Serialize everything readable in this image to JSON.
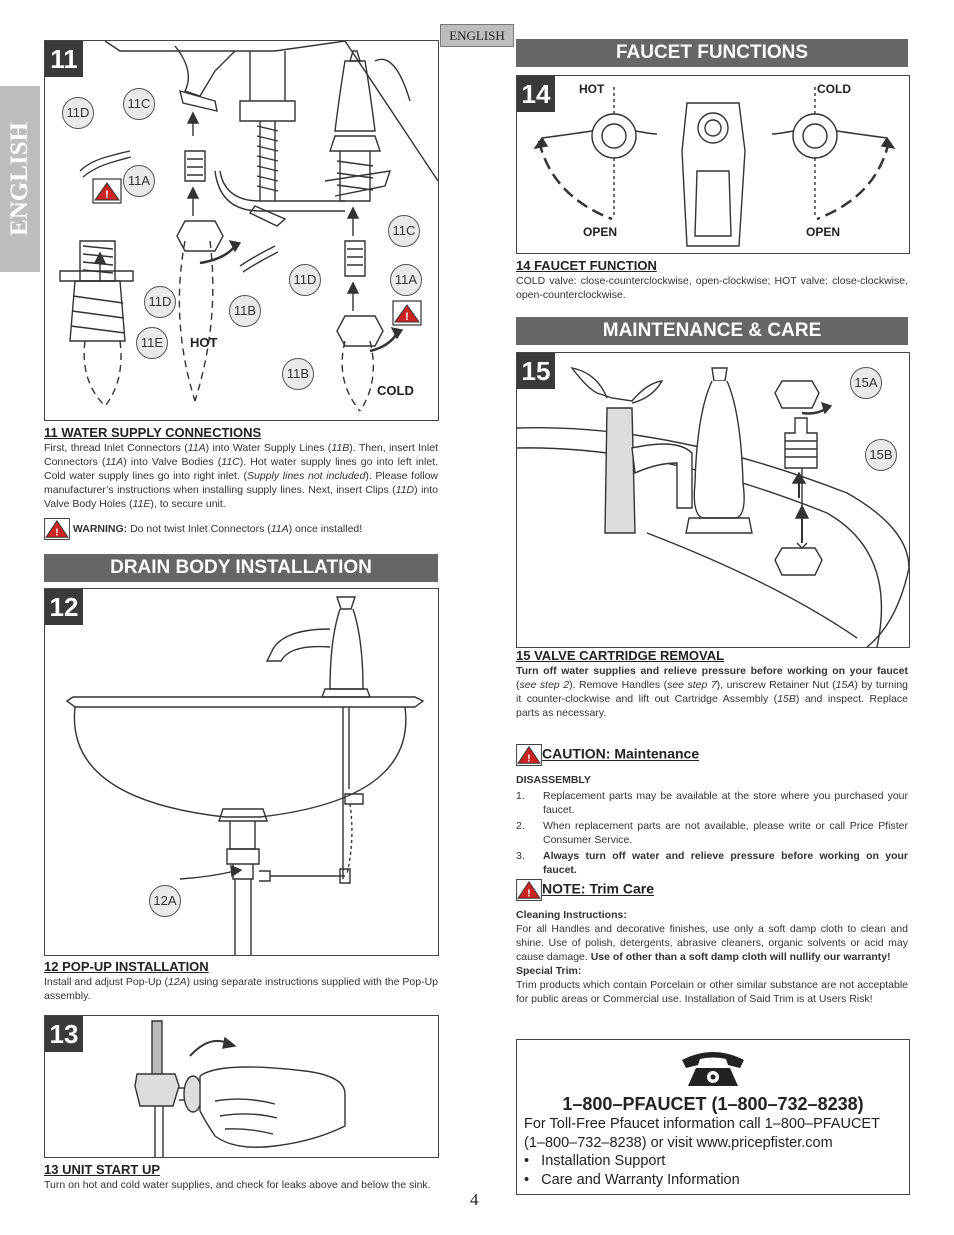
{
  "sidebar": {
    "language_tab": "ENGLISH"
  },
  "header": {
    "language_label": "ENGLISH"
  },
  "page_number": "4",
  "step11": {
    "num": "11",
    "callouts": {
      "c11d_a": "11D",
      "c11c_a": "11C",
      "c11a_a": "11A",
      "c11c_b": "11C",
      "c11d_b": "11D",
      "c11a_b": "11A",
      "c11d_c": "11D",
      "c11b_a": "11B",
      "c11e": "11E",
      "c11b_b": "11B"
    },
    "hot_label": "HOT",
    "cold_label": "COLD",
    "title": "11  WATER SUPPLY CONNECTIONS",
    "text_parts": [
      "First, thread Inlet Connectors (",
      "11A",
      ") into Water Supply Lines (",
      "11B",
      "). Then, insert Inlet Connectors (",
      "11A",
      ") into Valve Bodies (",
      "11C",
      "). Hot water supply lines go into left inlet. Cold water supply lines go into right inlet. (",
      "Supply lines not included",
      "). Please follow manufacturer’s instructions when installing supply lines. Next, insert Clips (",
      "11D",
      ") into Valve Body Holes (",
      "11E",
      "), to secure unit."
    ],
    "warning_label": "WARNING:",
    "warning_parts": [
      " Do not twist Inlet Connectors (",
      "11A",
      ") once installed!"
    ]
  },
  "drain_section": {
    "heading": "DRAIN BODY INSTALLATION"
  },
  "step12": {
    "num": "12",
    "callout": "12A",
    "title": "12  POP-UP INSTALLATION",
    "text_parts": [
      "Install and adjust Pop-Up (",
      "12A",
      ") using separate instructions supplied with the Pop-Up assembly."
    ]
  },
  "step13": {
    "num": "13",
    "title": "13  UNIT START UP",
    "text": "Turn on hot and cold water supplies, and check for leaks above and below the sink."
  },
  "functions_section": {
    "heading": "FAUCET FUNCTIONS"
  },
  "step14": {
    "num": "14",
    "hot_label": "HOT",
    "cold_label": "COLD",
    "open_left": "OPEN",
    "open_right": "OPEN",
    "title": "14  FAUCET FUNCTION",
    "text": "COLD valve: close-counterclockwise, open-clockwise; HOT valve: close-clockwise, open-counterclockwise."
  },
  "maintenance_section": {
    "heading": "MAINTENANCE & CARE"
  },
  "step15": {
    "num": "15",
    "callout_a": "15A",
    "callout_b": "15B",
    "title": "15  VALVE CARTRIDGE REMOVAL",
    "text_bold": "Turn off water supplies and relieve pressure before working on your faucet",
    "text_parts": [
      " (",
      "see step 2",
      "). Remove Handles (",
      "see step 7",
      "), unscrew Retainer Nut (",
      "15A",
      ") by turning it counter-clockwise and lift out Cartridge Assembly (",
      "15B",
      ") and inspect. Replace parts as necessary."
    ]
  },
  "caution": {
    "title": "CAUTION:  Maintenance",
    "subhead": "DISASSEMBLY",
    "items": [
      {
        "n": "1.",
        "t": "Replacement parts may be available at the store where you purchased your faucet."
      },
      {
        "n": "2.",
        "t": "When replacement parts are not available, please write or call Price Pfister Consumer Service."
      },
      {
        "n": "3.",
        "t": "Always turn off water and relieve pressure before working on your faucet."
      }
    ]
  },
  "note": {
    "title": "NOTE:  Trim Care",
    "cleaning_head": "Cleaning Instructions:",
    "cleaning_text": "For all Handles and decorative finishes, use only a soft damp cloth to clean and shine. Use of polish, detergents, abrasive cleaners, organic solvents or acid may cause damage. ",
    "cleaning_bold": "Use of other than a soft damp cloth will nullify our warranty!",
    "special_head": "Special Trim:",
    "special_text": "Trim products which contain Porcelain or other similar substance are not acceptable for public areas or Commercial use. Installation of Said Trim is at Users Risk!"
  },
  "contact": {
    "phone": "1–800–PFAUCET (1–800–732–8238)",
    "info": "For Toll-Free Pfaucet information call 1–800–PFAUCET (1–800–732–8238) or visit www.pricepfister.com",
    "bullets": [
      "Installation Support",
      "Care and Warranty Information"
    ]
  }
}
